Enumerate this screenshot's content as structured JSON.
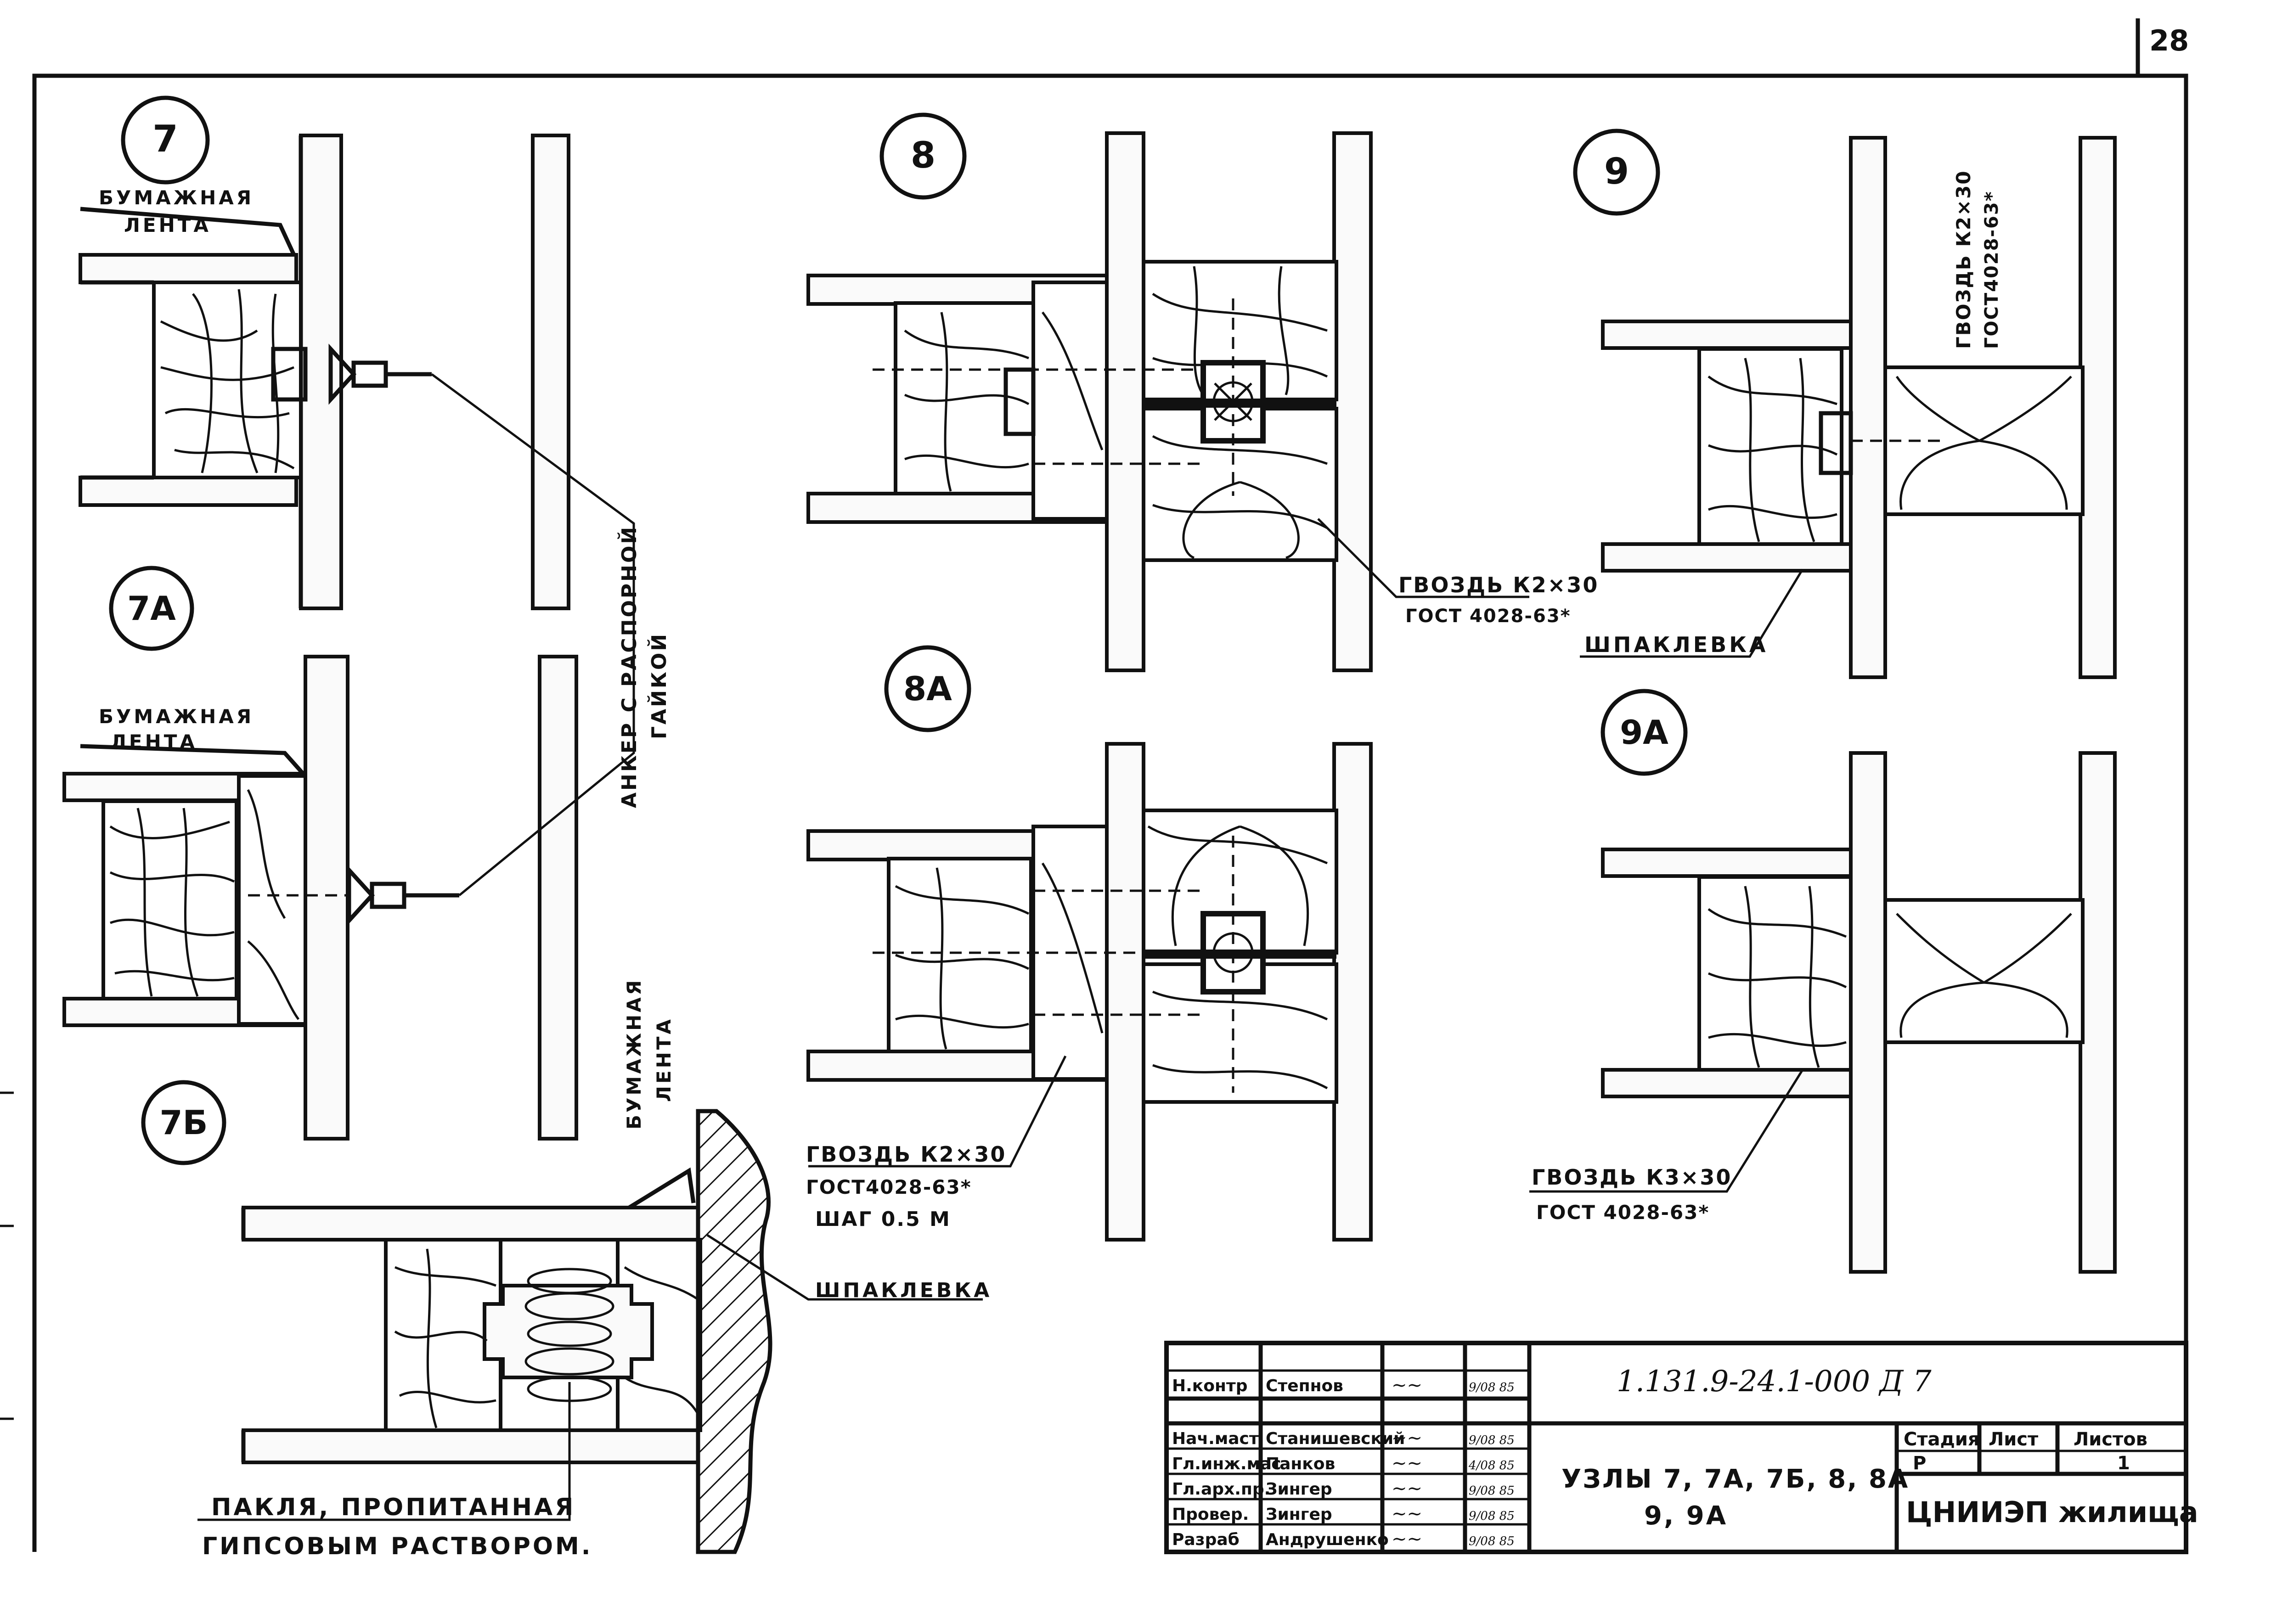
{
  "page_number": "28",
  "details": {
    "n7": "7",
    "n7a": "7А",
    "n7b": "7Б",
    "n8": "8",
    "n8a": "8А",
    "n9": "9",
    "n9a": "9А"
  },
  "annotations": {
    "paper_tape_1": "БУМАЖНАЯ",
    "paper_tape_2": "ЛЕНТА",
    "anchor_1": "АНКЕР С РАСПОРНОЙ",
    "anchor_2": "ГАЙКОЙ",
    "putty": "ШПАКЛЕВКА",
    "tow_1": "ПАКЛЯ, ПРОПИТАННАЯ",
    "tow_2": "ГИПСОВЫМ РАСТВОРОМ.",
    "nail_k2_1": "ГВОЗДЬ К2×30",
    "nail_k2_2": "ГОСТ 4028-63*",
    "nail_8a_1": "ГВОЗДЬ К2×30",
    "nail_8a_2": "ГОСТ4028-63*",
    "nail_8a_3": "ШАГ 0.5 М",
    "nail_k3_1": "ГВОЗДЬ К3×30",
    "nail_k3_2": "ГОСТ 4028-63*",
    "nail_9_1": "ГВОЗДЬ К2×30",
    "nail_9_2": "ГОСТ4028-63*"
  },
  "title_block": {
    "doc_code": "1.131.9-24.1-000 Д 7",
    "rows": [
      {
        "role": "Н.контр",
        "name": "Степнов",
        "date": "9/08 85"
      },
      {
        "role": "Нач.маст",
        "name": "Станишевский",
        "date": "9/08 85"
      },
      {
        "role": "Гл.инж.мас",
        "name": "Панков",
        "date": "4/08 85"
      },
      {
        "role": "Гл.арх.пр.",
        "name": "Зингер",
        "date": "9/08 85"
      },
      {
        "role": "Провер.",
        "name": "Зингер",
        "date": "9/08 85"
      },
      {
        "role": "Разраб",
        "name": "Андрушенко",
        "date": "9/08 85"
      }
    ],
    "title_1": "УЗЛЫ 7, 7А, 7Б, 8, 8А",
    "title_2": "9, 9А",
    "stage_hdr": "Стадия",
    "sheet_hdr": "Лист",
    "sheets_hdr": "Листов",
    "stage": "Р",
    "sheet": "",
    "sheets": "1",
    "org": "ЦНИИЭП жилища"
  }
}
